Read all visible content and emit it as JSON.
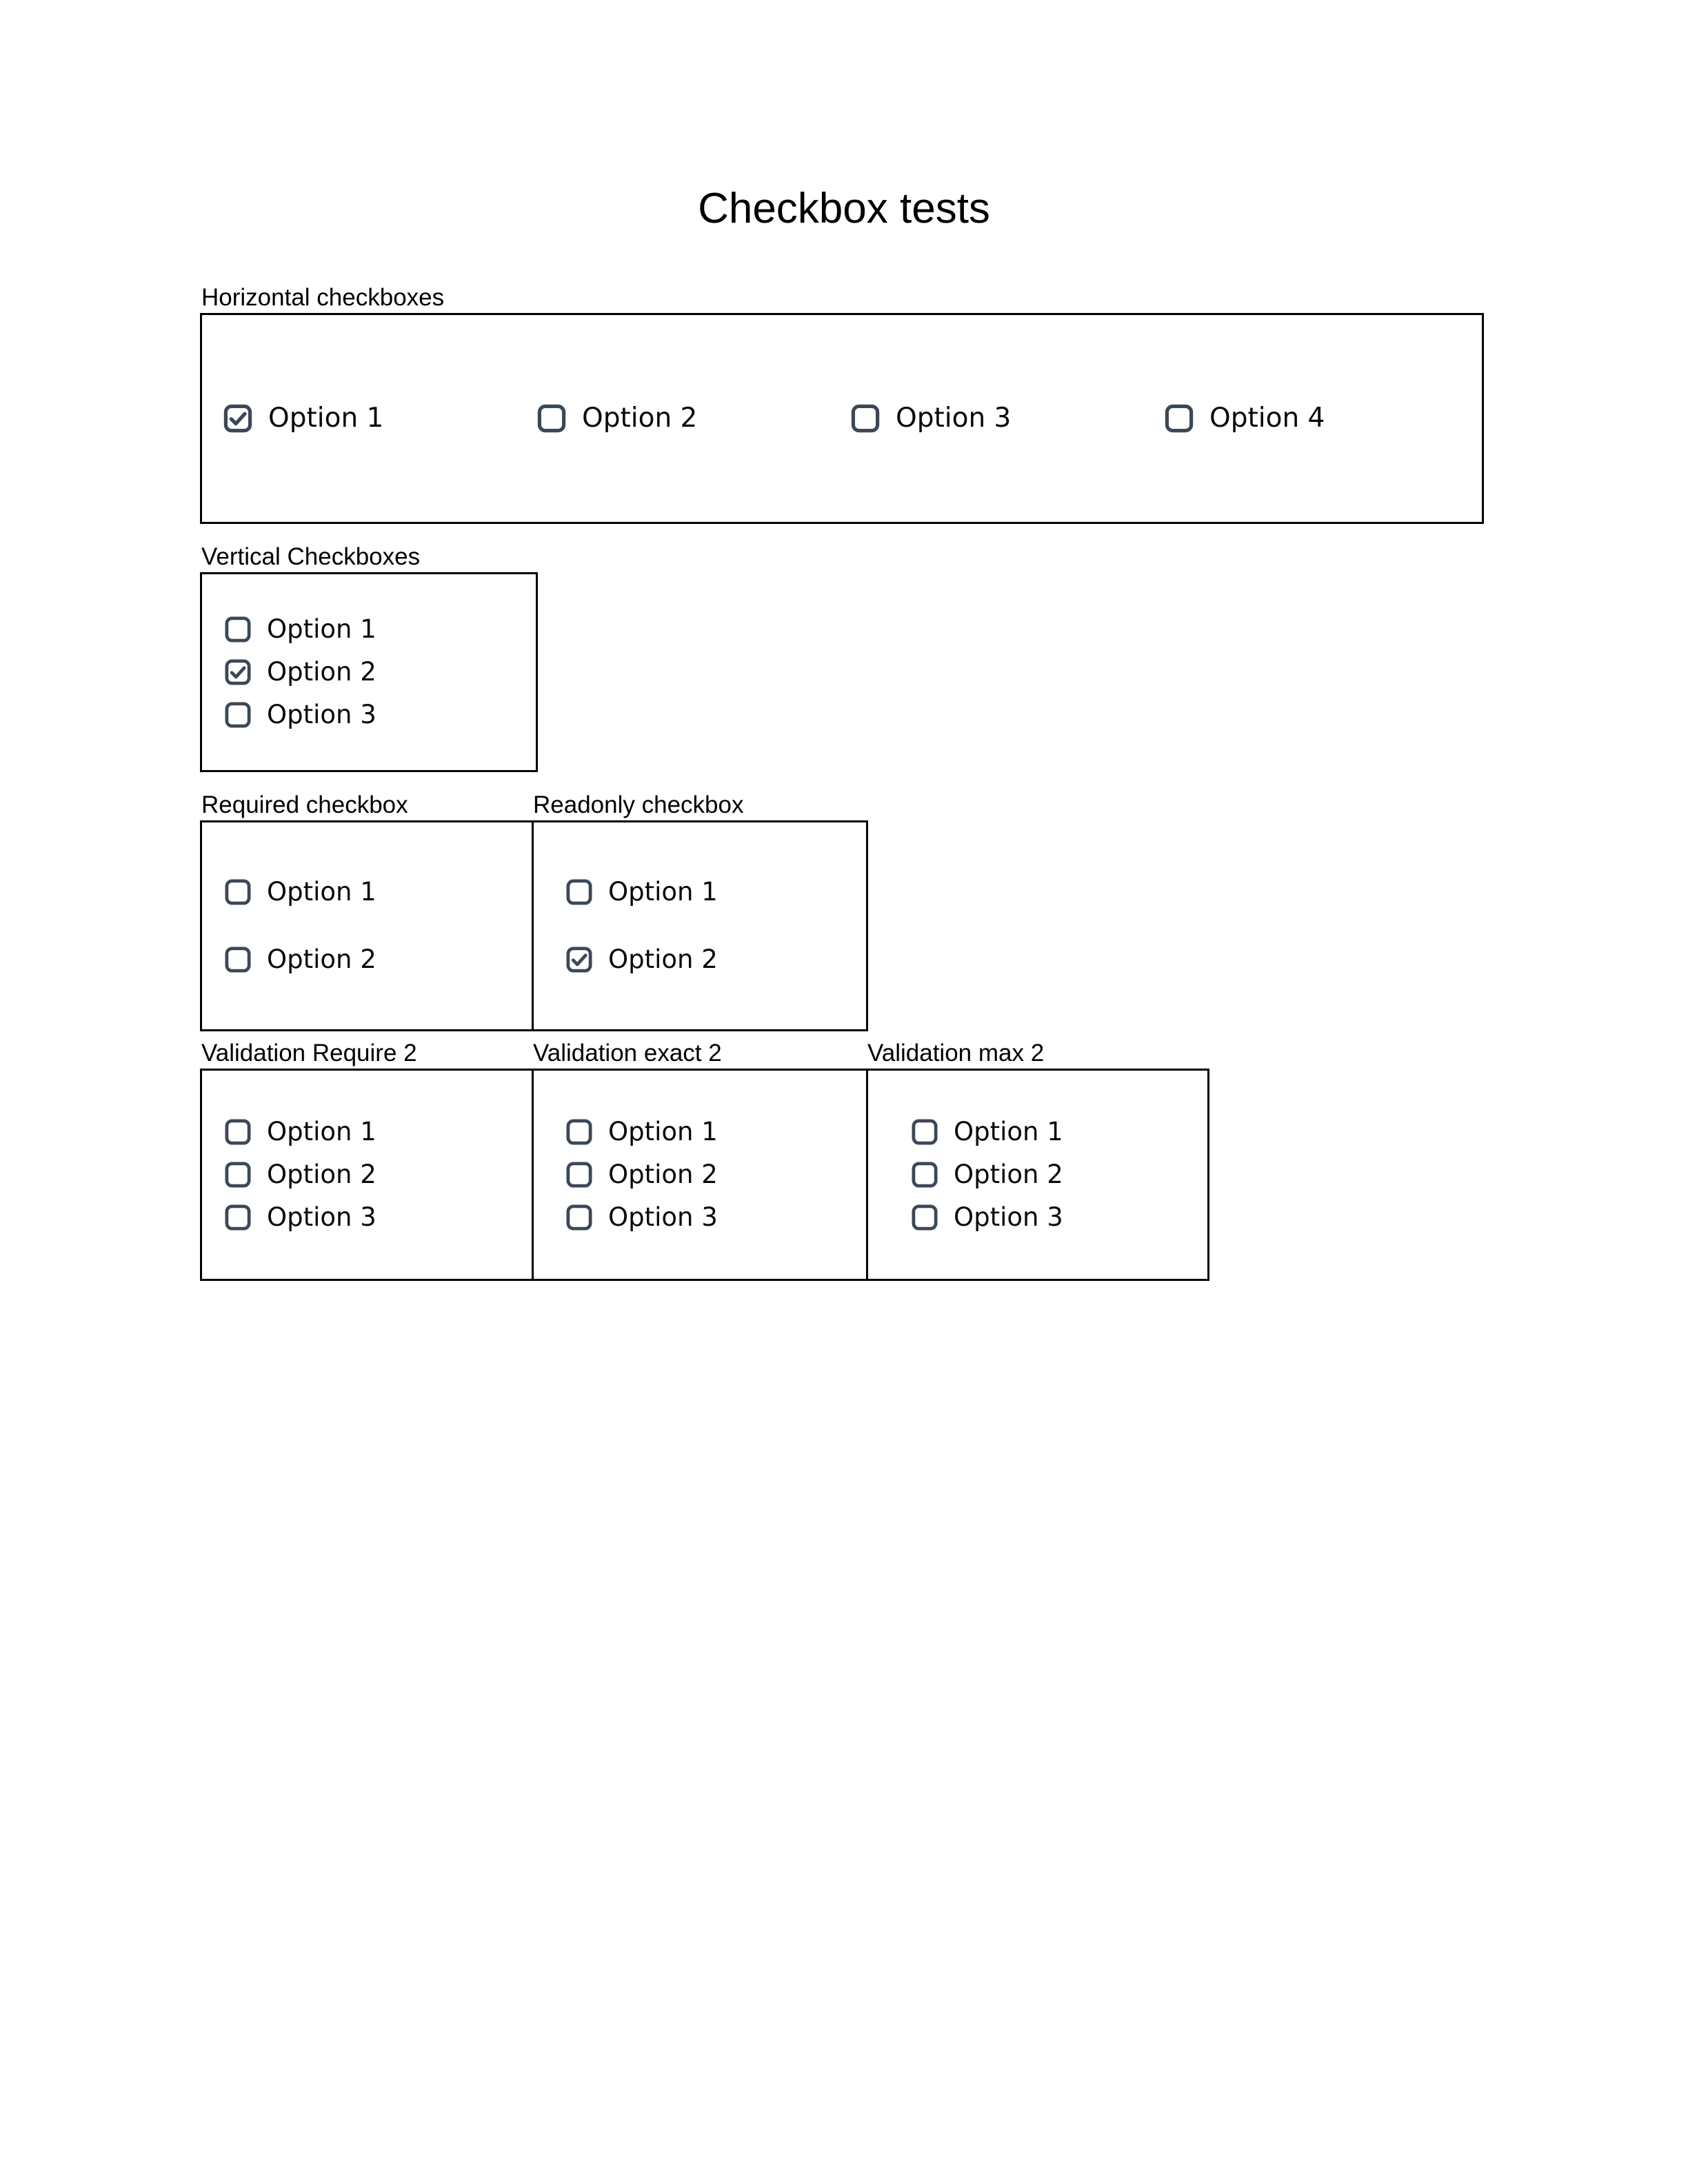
{
  "page": {
    "title": "Checkbox tests",
    "background_color": "#ffffff",
    "border_color": "#000000",
    "checkbox_color": "#3c4858",
    "text_color": "#000000"
  },
  "sections": {
    "horizontal": {
      "label": "Horizontal checkboxes",
      "options": [
        {
          "label": "Option 1",
          "checked": true
        },
        {
          "label": "Option 2",
          "checked": false
        },
        {
          "label": "Option 3",
          "checked": false
        },
        {
          "label": "Option 4",
          "checked": false
        }
      ]
    },
    "vertical": {
      "label": "Vertical Checkboxes",
      "options": [
        {
          "label": "Option 1",
          "checked": false
        },
        {
          "label": "Option 2",
          "checked": true
        },
        {
          "label": "Option 3",
          "checked": false
        }
      ]
    },
    "required": {
      "label": "Required checkbox",
      "options": [
        {
          "label": "Option 1",
          "checked": false
        },
        {
          "label": "Option 2",
          "checked": false
        }
      ]
    },
    "readonly": {
      "label": "Readonly checkbox",
      "options": [
        {
          "label": "Option 1",
          "checked": false
        },
        {
          "label": "Option 2",
          "checked": true
        }
      ]
    },
    "validation_require_2": {
      "label": "Validation Require 2",
      "options": [
        {
          "label": "Option 1",
          "checked": false
        },
        {
          "label": "Option 2",
          "checked": false
        },
        {
          "label": "Option 3",
          "checked": false
        }
      ]
    },
    "validation_exact_2": {
      "label": "Validation exact 2",
      "options": [
        {
          "label": "Option 1",
          "checked": false
        },
        {
          "label": "Option 2",
          "checked": false
        },
        {
          "label": "Option 3",
          "checked": false
        }
      ]
    },
    "validation_max_2": {
      "label": "Validation max 2",
      "options": [
        {
          "label": "Option 1",
          "checked": false
        },
        {
          "label": "Option 2",
          "checked": false
        },
        {
          "label": "Option 3",
          "checked": false
        }
      ]
    }
  },
  "icons": {
    "checked": "checkbox-checked-icon",
    "unchecked": "checkbox-unchecked-icon"
  }
}
